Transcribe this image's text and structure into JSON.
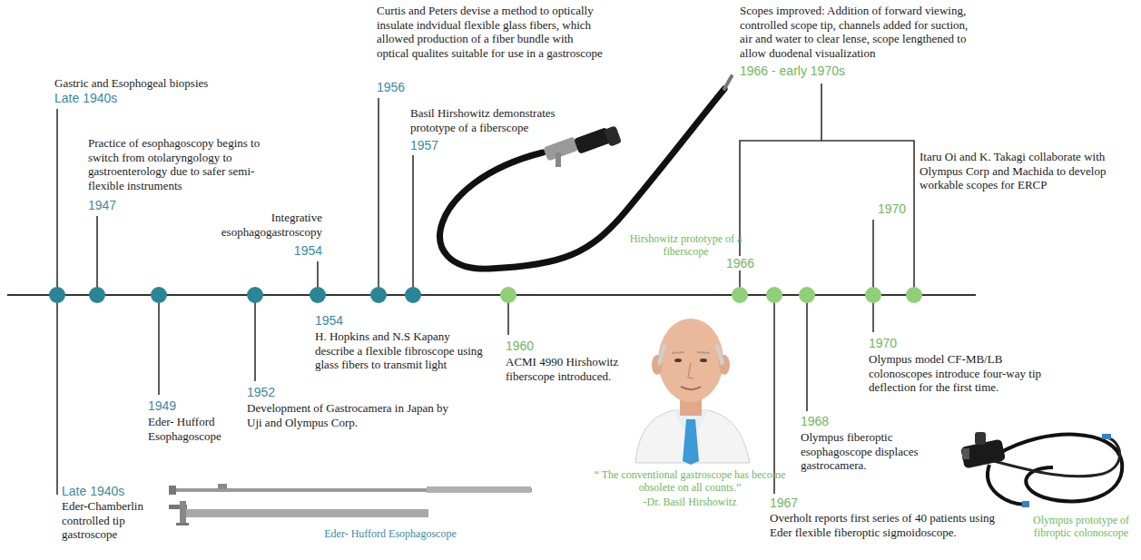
{
  "diagram": {
    "labels": [
      "Gastric and Esophogeal biopsies",
      "Late 1940s",
      "Practice of esophagoscopy begins to switch from otolaryngology to gastroenterology due to safer semi-flexible instruments",
      "1947",
      "Integrative esophagogastroscopy",
      "1954",
      "Curtis and Peters devise a method to optically insulate indvidual flexible glass fibers, which allowed production of a fiber bundle with optical qualites suitable for use in a gastroscope",
      "1956",
      "Basil Hirshowitz demonstrates prototype of a fiberscope",
      "1957",
      "Hirshowitz prototype of a fiberscope",
      "Scopes improved: Addition of forward viewing, controlled scope tip, channels added for suction, air and water to clear lense, scope lengthened to allow duodenal visualization",
      "1966 - early 1970s",
      "Itaru Oi and K. Takagi collaborate with Olympus Corp and Machida to develop workable scopes for ERCP",
      "1970",
      "1966",
      "Late 1940s",
      "Eder-Chamberlin controlled tip gastroscope",
      "1949",
      "Eder- Hufford Esophagoscope",
      "1952",
      "Development of Gastrocamera in Japan by Uji and Olympus Corp.",
      "1954",
      "H. Hopkins and N.S Kapany describe a flexible fibroscope using glass fibers to transmit light",
      "1960",
      "ACMI 4990 Hirshowitz fiberscope introduced.",
      "Eder- Hufford Esophagoscope",
      "“ The conventional gastroscope has become obsolete on all counts.”",
      "-Dr. Basil Hirshowitz",
      "1967",
      "Overholt reports first series of 40 patients using Eder flexible fiberoptic sigmoidoscope.",
      "1968",
      "Olympus fiberoptic esophagoscope displaces gastrocamera.",
      "1970",
      "Olympus model CF-MB/LB colonoscopes introduce four-way tip deflection for the first time.",
      "Olympus prototype of fibroptic colonoscope"
    ]
  }
}
